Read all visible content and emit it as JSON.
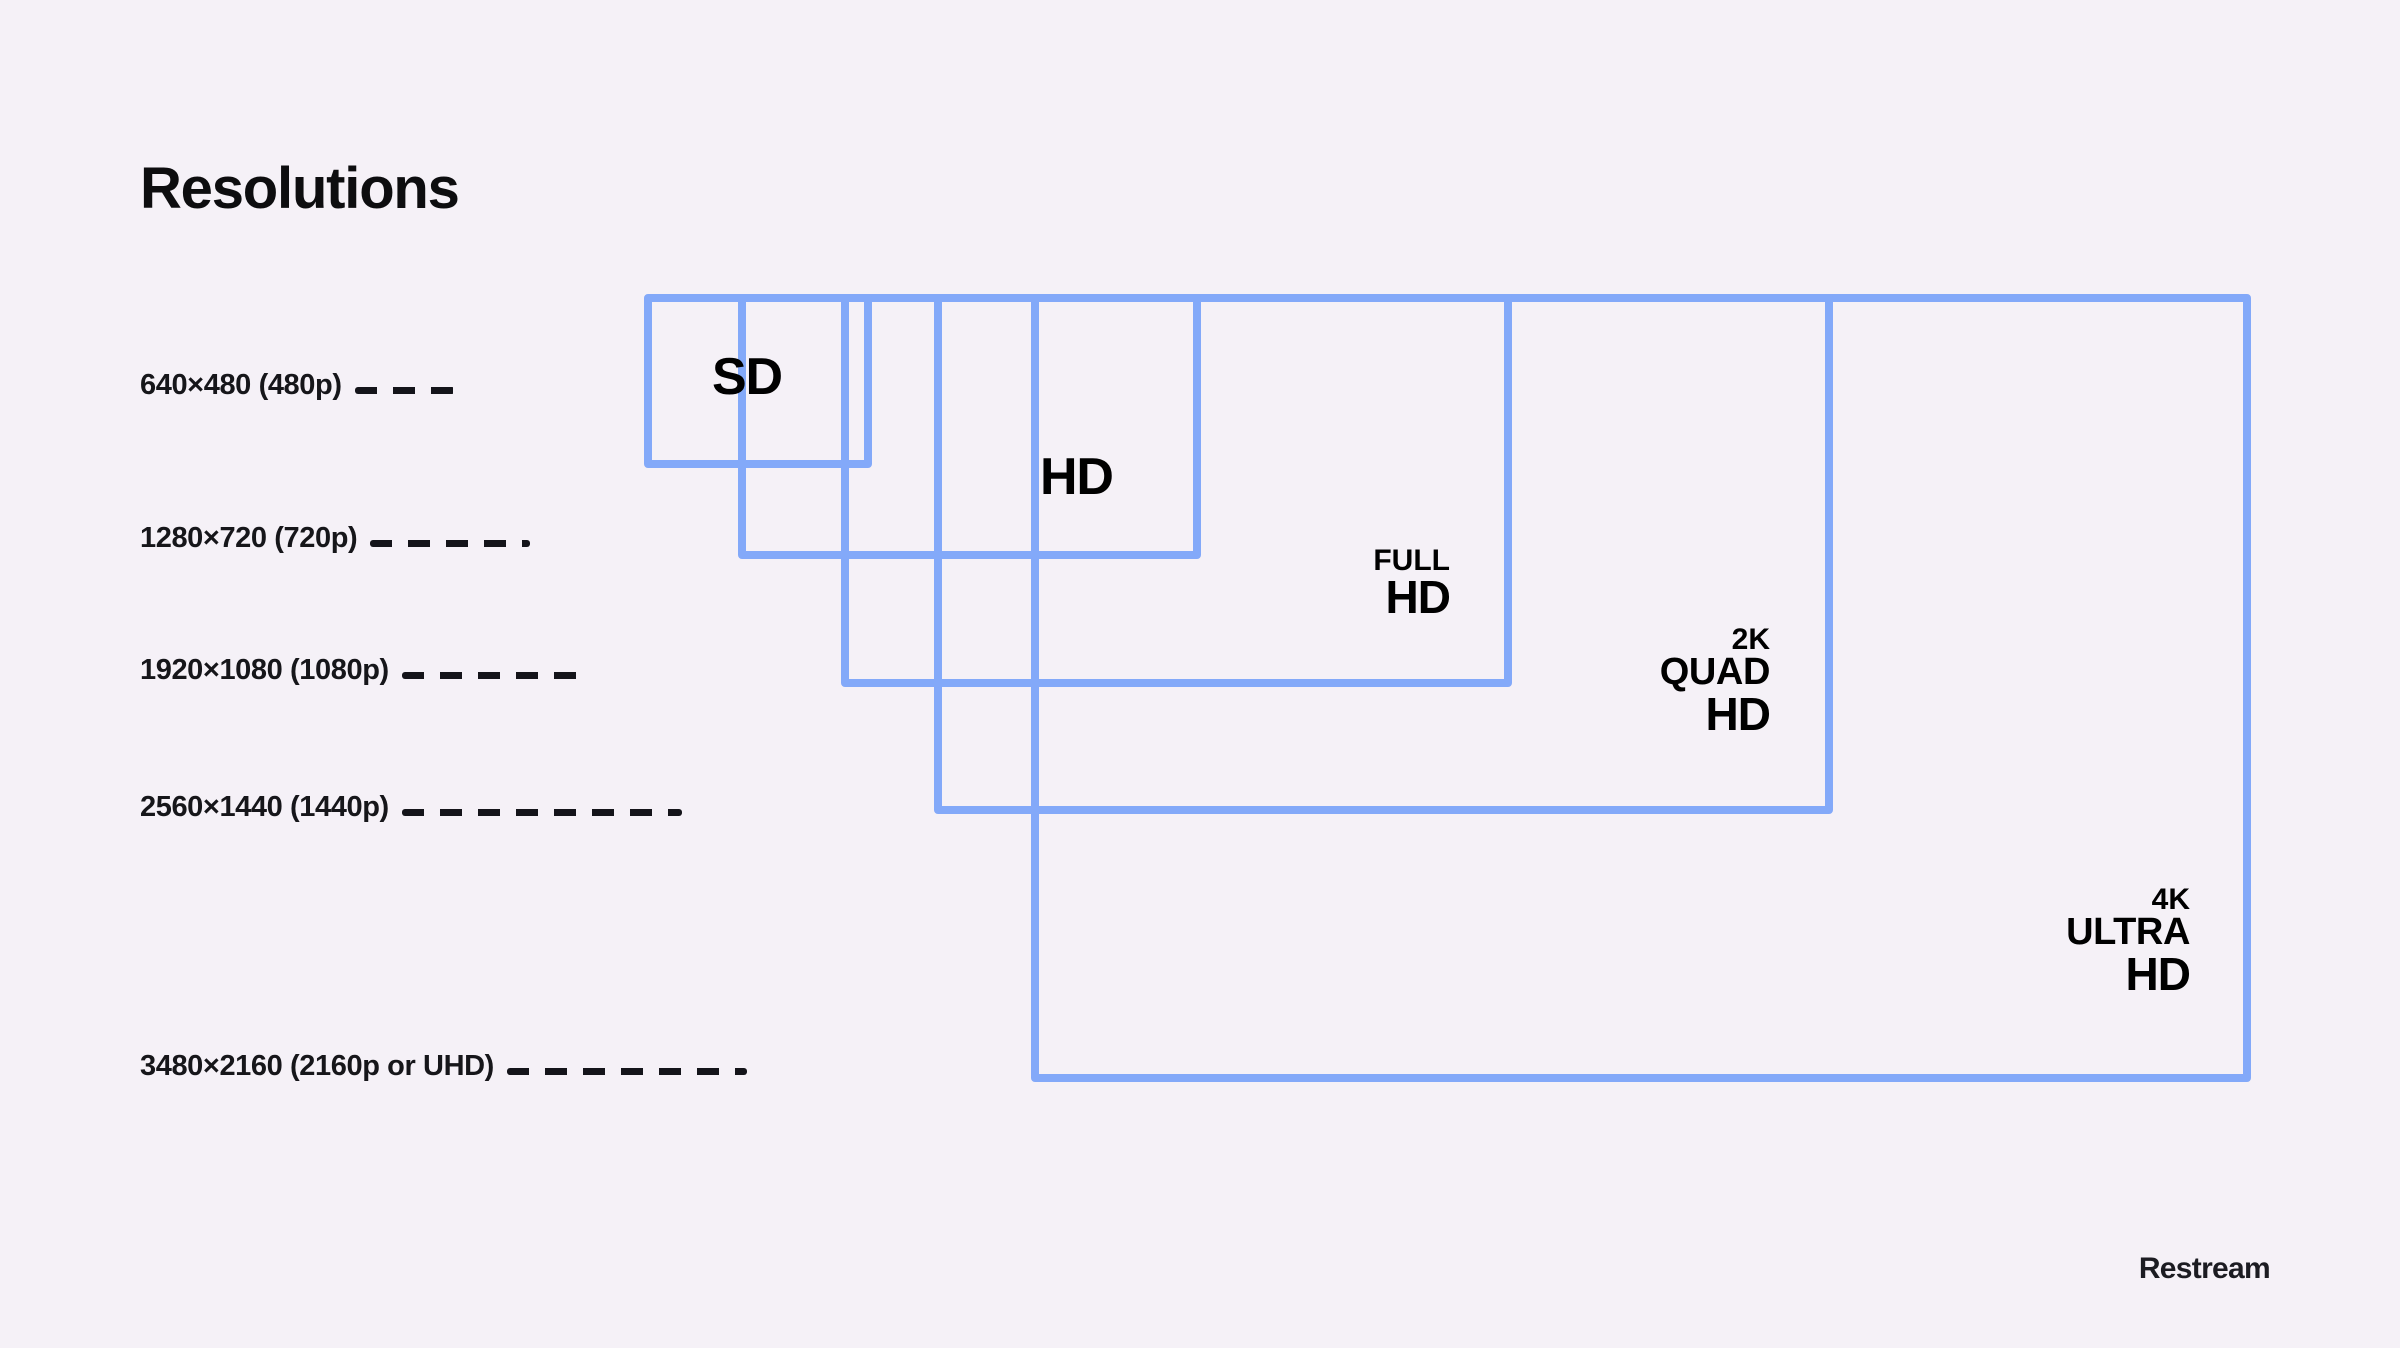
{
  "title": "Resolutions",
  "brand": "Restream",
  "colors": {
    "background": "#f5f1f7",
    "box_border": "#83a9f9",
    "text": "#000000",
    "leader": "#14141a"
  },
  "labels": [
    {
      "text": "640×480 (480p)",
      "leader_width": 100
    },
    {
      "text": "1280×720 (720p)",
      "leader_width": 160
    },
    {
      "text": "1920×1080 (1080p)",
      "leader_width": 190
    },
    {
      "text": "2560×1440 (1440p)",
      "leader_width": 280
    },
    {
      "text": "3480×2160 (2160p or UHD)",
      "leader_width": 240
    }
  ],
  "boxes": [
    {
      "id": "sd",
      "caption": [
        "SD"
      ],
      "resolution": "640×480",
      "short": "480p"
    },
    {
      "id": "hd",
      "caption": [
        "HD"
      ],
      "resolution": "1280×720",
      "short": "720p"
    },
    {
      "id": "full-hd",
      "caption": [
        "FULL",
        "HD"
      ],
      "resolution": "1920×1080",
      "short": "1080p"
    },
    {
      "id": "quad-hd",
      "caption": [
        "2K",
        "QUAD",
        "HD"
      ],
      "resolution": "2560×1440",
      "short": "1440p"
    },
    {
      "id": "ultra-hd",
      "caption": [
        "4K",
        "ULTRA",
        "HD"
      ],
      "resolution": "3480×2160",
      "short": "2160p"
    }
  ],
  "chart_data": {
    "type": "diagram",
    "title": "Resolutions",
    "description": "Nested rectangles comparing common video resolutions by relative pixel dimensions",
    "categories": [
      "SD",
      "HD",
      "FULL HD",
      "2K QUAD HD",
      "4K ULTRA HD"
    ],
    "widths": [
      640,
      1280,
      1920,
      2560,
      3480
    ],
    "heights": [
      480,
      720,
      1080,
      1440,
      2160
    ]
  }
}
